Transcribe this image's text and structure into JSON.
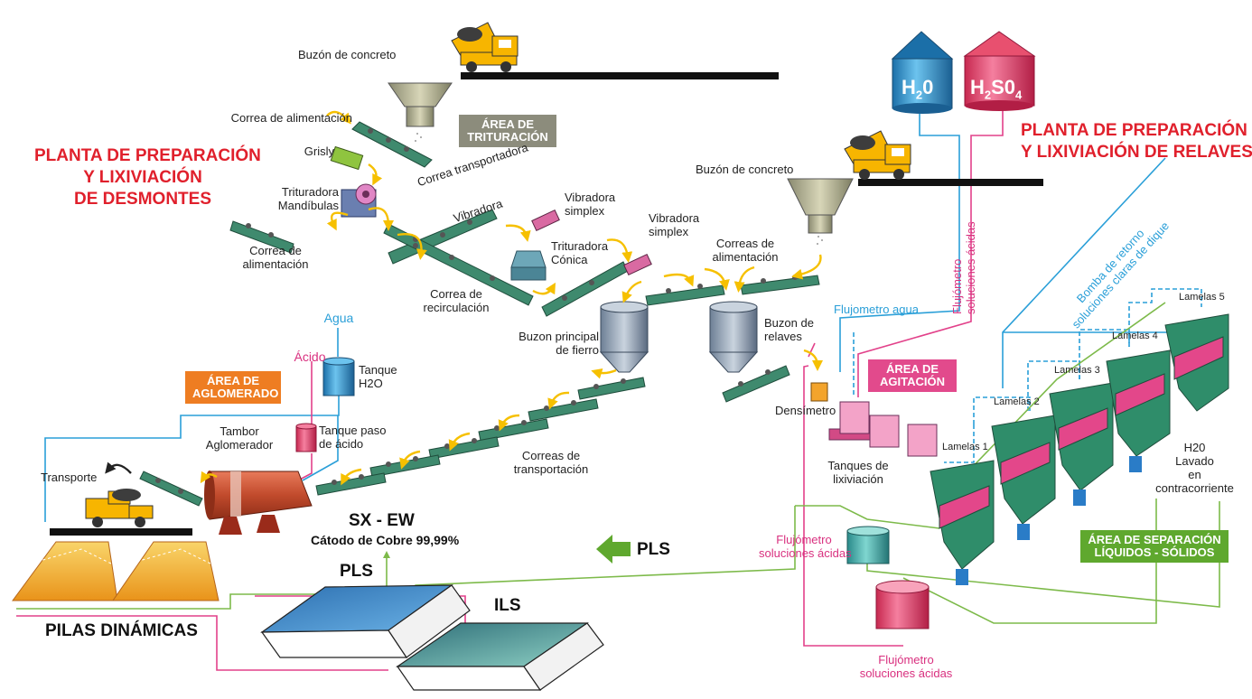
{
  "titles": {
    "left_line1": "PLANTA DE PREPARACIÓN",
    "left_line2": "Y LIXIVIACIÓN",
    "left_line3": "DE DESMONTES",
    "right_line1": "PLANTA DE PREPARACIÓN",
    "right_line2": "Y LIXIVIACIÓN DE RELAVES"
  },
  "areas": {
    "trituracion_1": "ÁREA DE",
    "trituracion_2": "TRITURACIÓN",
    "aglomerado_1": "ÁREA DE",
    "aglomerado_2": "AGLOMERADO",
    "agitacion_1": "ÁREA DE",
    "agitacion_2": "AGITACIÓN",
    "separacion_1": "ÁREA DE SEPARACIÓN",
    "separacion_2": "LÍQUIDOS - SÓLIDOS"
  },
  "labels": {
    "buzon_concreto_top": "Buzón de concreto",
    "correa_alimentacion_top": "Correa de alimentación",
    "grisly": "Grisly",
    "trituradora_mand_1": "Trituradora",
    "trituradora_mand_2": "Mandíbulas",
    "correa_alim_left_1": "Correa de",
    "correa_alim_left_2": "alimentación",
    "correa_transportadora": "Correa transportadora",
    "vibradora": "Vibradora",
    "vibradora_simplex1_1": "Vibradora",
    "vibradora_simplex1_2": "simplex",
    "vibradora_simplex2_1": "Vibradora",
    "vibradora_simplex2_2": "simplex",
    "trituradora_conica_1": "Trituradora",
    "trituradora_conica_2": "Cónica",
    "correa_recirc_1": "Correa de",
    "correa_recirc_2": "recirculación",
    "correas_alim_1": "Correas de",
    "correas_alim_2": "alimentación",
    "buzon_concreto_right": "Buzón de concreto",
    "buzon_fierro_1": "Buzon principal",
    "buzon_fierro_2": "de fierro",
    "buzon_relaves_1": "Buzon de",
    "buzon_relaves_2": "relaves",
    "agua": "Agua",
    "acido": "Ácido",
    "tanque_h2o_1": "Tanque",
    "tanque_h2o_2": "H2O",
    "tanque_acido_1": "Tanque paso",
    "tanque_acido_2": "de ácido",
    "tambor_1": "Tambor",
    "tambor_2": "Aglomerador",
    "transporte": "Transporte",
    "correas_transp_1": "Correas de",
    "correas_transp_2": "transportación",
    "flujometro_agua": "Flujometro agua",
    "flujometro_sol_vert_1": "Flujómetro",
    "flujometro_sol_vert_2": "soluciones ácidas",
    "bomba_retorno_1": "Bomba de retorno",
    "bomba_retorno_2": "soluciones claras de dique",
    "densimetro": "Densímetro",
    "tanques_lix_1": "Tanques de",
    "tanques_lix_2": "lixiviación",
    "lamelas1": "Lamelas 1",
    "lamelas2": "Lamelas 2",
    "lamelas3": "Lamelas 3",
    "lamelas4": "Lamelas 4",
    "lamelas5": "Lamelas 5",
    "h2o_lavado_1": "H20",
    "h2o_lavado_2": "Lavado",
    "h2o_lavado_3": "en",
    "h2o_lavado_4": "contracorriente",
    "flujometro_mid_1": "Flujómetro",
    "flujometro_mid_2": "soluciones ácidas",
    "flujometro_bot_1": "Flujómetro",
    "flujometro_bot_2": "soluciones ácidas",
    "sxew": "SX - EW",
    "catodo": "Cátodo de Cobre 99,99%",
    "pls_arrow": "PLS",
    "pls_pond": "PLS",
    "ils_pond": "ILS",
    "pilas": "PILAS DINÁMICAS",
    "h2o_tank_h": "H",
    "h2o_tank_2": "2",
    "h2o_tank_o": "0",
    "h2so4_h": "H",
    "h2so4_2": "2",
    "h2so4_so": "S0",
    "h2so4_4": "4"
  },
  "colors": {
    "title_red": "#e0202c",
    "tag_gray": "#8c8c7c",
    "tag_orange": "#ee7d22",
    "tag_pink": "#e24a8c",
    "tag_green": "#5fa82e",
    "line_blue": "#2a9fd8",
    "line_pink": "#e2418a",
    "line_green": "#7dba4a",
    "conveyor": "#3f8a6e",
    "arrow_yellow": "#f6c000"
  }
}
